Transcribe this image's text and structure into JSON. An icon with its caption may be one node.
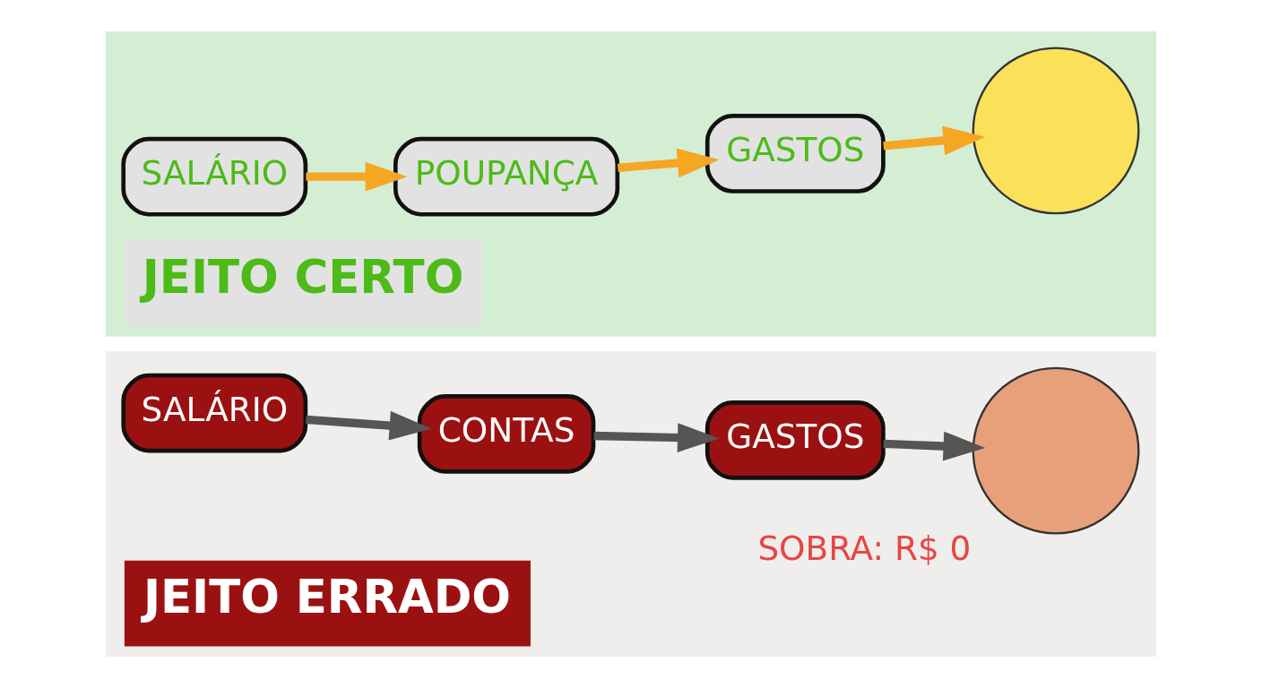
{
  "diagram": {
    "nodes": [
      {
        "text": [
          "JEITO ERRADO"
        ]
      },
      {
        "text": [
          "SALÁRIO"
        ],
        "in": 0
      },
      {
        "text": [
          "CONTAS"
        ],
        "in": 0
      },
      {
        "text": [
          "GASTOS"
        ],
        "in": 0
      },
      {
        "text": [],
        "shape": "circle",
        "in": 0,
        "beside": [
          "SOBRA: R$ 0"
        ]
      },
      {
        "text": [
          "JEITO CERTO"
        ]
      },
      {
        "text": [
          "SALÁRIO"
        ],
        "in": 5
      },
      {
        "text": [
          "POUPANÇA"
        ],
        "in": 5
      },
      {
        "text": [
          "GASTOS"
        ],
        "in": 5
      },
      {
        "text": [],
        "shape": "circle",
        "in": 5
      }
    ],
    "edges": [
      {
        "from": 1,
        "to": 2,
        "arrow": "to",
        "color": "#555555"
      },
      {
        "from": 2,
        "to": 3,
        "arrow": "to",
        "color": "#555555"
      },
      {
        "from": 3,
        "to": 4,
        "arrow": "to",
        "color": "#555555"
      },
      {
        "from": 6,
        "to": 7,
        "arrow": "to",
        "color": "#f5a623"
      },
      {
        "from": 7,
        "to": 8,
        "arrow": "to",
        "color": "#f5a623"
      },
      {
        "from": 8,
        "to": 9,
        "arrow": "to",
        "color": "#f5a623"
      }
    ]
  }
}
